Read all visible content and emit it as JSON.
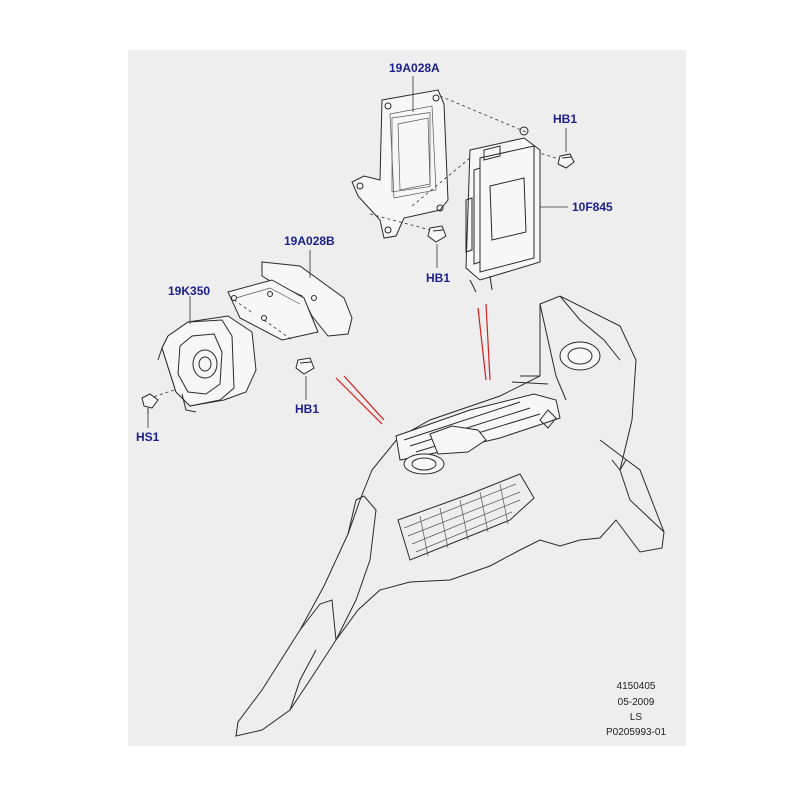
{
  "labels": {
    "bracket_a": "19A028A",
    "bolt_hb1_top": "HB1",
    "module": "10F845",
    "bolt_hb1_mid": "HB1",
    "bracket_b": "19A028B",
    "speaker": "19K350",
    "bolt_hb1_low": "HB1",
    "screw_hs1": "HS1"
  },
  "footer": {
    "line1": "4150405",
    "line2": "05-2009",
    "line3": "LS",
    "line4": "P0205993-01"
  }
}
